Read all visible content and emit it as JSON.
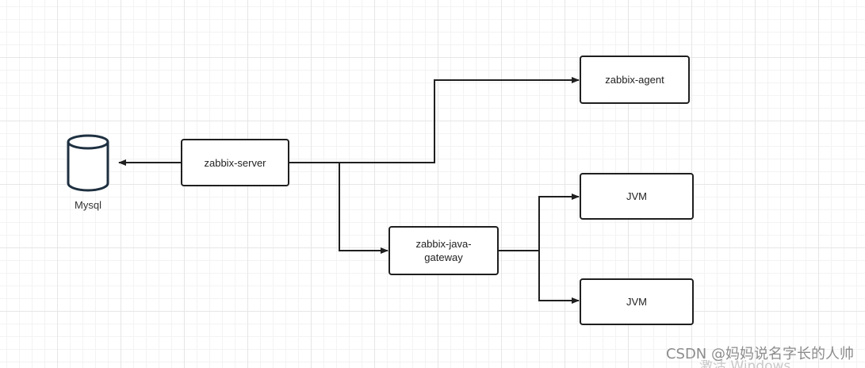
{
  "nodes": {
    "mysql": "Mysql",
    "server": "zabbix-server",
    "agent": "zabbix-agent",
    "gateway": "zabbix-java-\ngateway",
    "jvm_top": "JVM",
    "jvm_bottom": "JVM"
  },
  "watermark": "CSDN @妈妈说名字长的人帅",
  "activation_text": "激活 Windows",
  "colors": {
    "stroke": "#1f1f1f",
    "db_outline": "#1e3040",
    "grid": "#e6e6e6",
    "background": "#ffffff"
  }
}
